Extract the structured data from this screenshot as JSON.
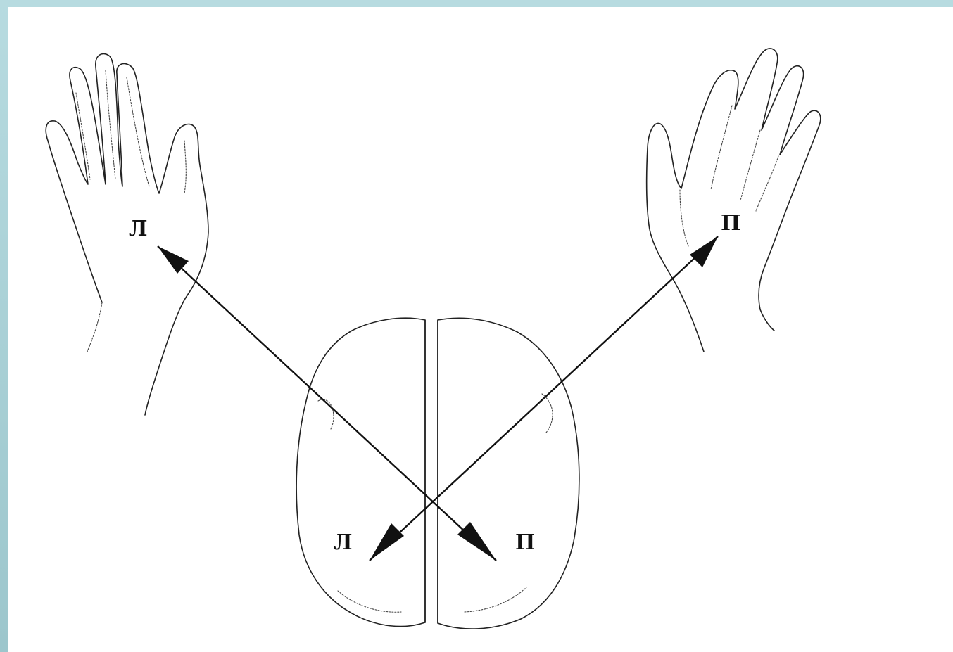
{
  "diagram": {
    "labels": {
      "left_hand": "Л",
      "right_hand": "П",
      "left_hemisphere": "Л",
      "right_hemisphere": "П"
    },
    "colors": {
      "background_frame": "#a9cdd2",
      "canvas": "#ffffff",
      "ink": "#111111"
    }
  }
}
